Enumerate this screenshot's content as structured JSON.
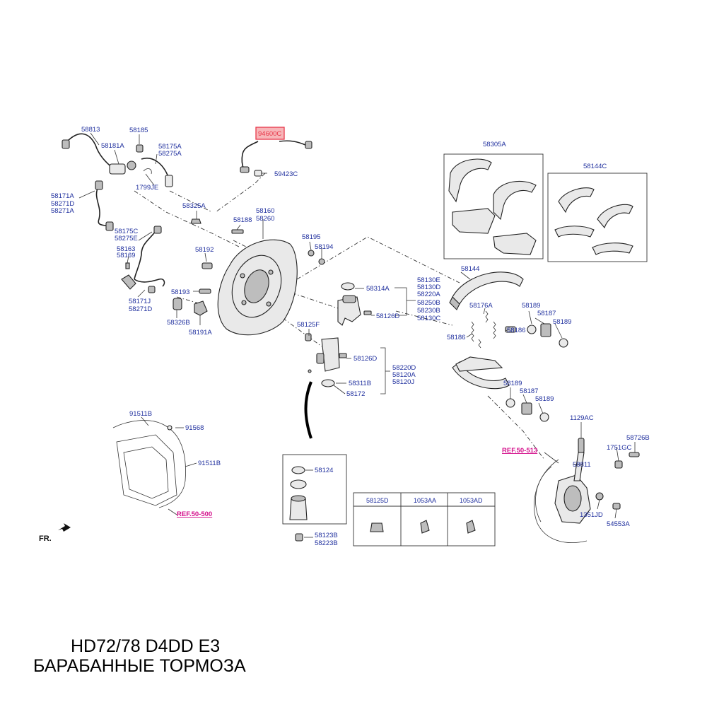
{
  "title_line1": "HD72/78 D4DD E3",
  "title_line2": "БАРАБАННЫЕ ТОРМОЗА",
  "fr_label": "FR.",
  "highlighted_part": "94600C",
  "colors": {
    "label": "#1f2f9e",
    "ref": "#d4118c",
    "highlight": "#e8394b"
  },
  "labels": [
    {
      "id": "p58813",
      "text": "58813"
    },
    {
      "id": "p58185",
      "text": "58185"
    },
    {
      "id": "p58181A",
      "text": "58181A"
    },
    {
      "id": "p58175A",
      "text": "58175A"
    },
    {
      "id": "p58275A",
      "text": "58275A"
    },
    {
      "id": "p1799JE",
      "text": "1799JE"
    },
    {
      "id": "p58171A",
      "text": "58171A"
    },
    {
      "id": "p58271D",
      "text": "58271D"
    },
    {
      "id": "p58271A",
      "text": "58271A"
    },
    {
      "id": "p94600C",
      "text": "94600C"
    },
    {
      "id": "p59423C",
      "text": "59423C"
    },
    {
      "id": "p58325A",
      "text": "58325A"
    },
    {
      "id": "p58188",
      "text": "58188"
    },
    {
      "id": "p58160",
      "text": "58160"
    },
    {
      "id": "p58260",
      "text": "58260"
    },
    {
      "id": "p58195",
      "text": "58195"
    },
    {
      "id": "p58194",
      "text": "58194"
    },
    {
      "id": "p58175C",
      "text": "58175C"
    },
    {
      "id": "p58275E",
      "text": "58275E"
    },
    {
      "id": "p58163",
      "text": "58163"
    },
    {
      "id": "p58169",
      "text": "58169"
    },
    {
      "id": "p58192",
      "text": "58192"
    },
    {
      "id": "p58193",
      "text": "58193"
    },
    {
      "id": "p58171J",
      "text": "58171J"
    },
    {
      "id": "p58271D_b",
      "text": "58271D"
    },
    {
      "id": "p58326B",
      "text": "58326B"
    },
    {
      "id": "p58191A",
      "text": "58191A"
    },
    {
      "id": "p58305A",
      "text": "58305A"
    },
    {
      "id": "p58144C",
      "text": "58144C"
    },
    {
      "id": "p58144",
      "text": "58144"
    },
    {
      "id": "p58314A",
      "text": "58314A"
    },
    {
      "id": "p58126D",
      "text": "58126D"
    },
    {
      "id": "p58130E",
      "text": "58130E"
    },
    {
      "id": "p58130D",
      "text": "58130D"
    },
    {
      "id": "p58220A",
      "text": "58220A"
    },
    {
      "id": "p58250B",
      "text": "58250B"
    },
    {
      "id": "p58230B",
      "text": "58230B"
    },
    {
      "id": "p58130C",
      "text": "58130C"
    },
    {
      "id": "p58176A",
      "text": "58176A"
    },
    {
      "id": "p58189_a",
      "text": "58189"
    },
    {
      "id": "p58187_a",
      "text": "58187"
    },
    {
      "id": "p58189_b",
      "text": "58189"
    },
    {
      "id": "p58186_a",
      "text": "58186"
    },
    {
      "id": "p58186_b",
      "text": "58186"
    },
    {
      "id": "p58125F",
      "text": "58125F"
    },
    {
      "id": "p58126D_b",
      "text": "58126D"
    },
    {
      "id": "p58220D",
      "text": "58220D"
    },
    {
      "id": "p58120A",
      "text": "58120A"
    },
    {
      "id": "p58120J",
      "text": "58120J"
    },
    {
      "id": "p58311B",
      "text": "58311B"
    },
    {
      "id": "p58172",
      "text": "58172"
    },
    {
      "id": "p58189_c",
      "text": "58189"
    },
    {
      "id": "p58187_b",
      "text": "58187"
    },
    {
      "id": "p58189_d",
      "text": "58189"
    },
    {
      "id": "p91511B_a",
      "text": "91511B"
    },
    {
      "id": "p91568",
      "text": "91568"
    },
    {
      "id": "p91511B_b",
      "text": "91511B"
    },
    {
      "id": "p58124",
      "text": "58124"
    },
    {
      "id": "p58123B",
      "text": "58123B"
    },
    {
      "id": "p58223B",
      "text": "58223B"
    },
    {
      "id": "p1129AC",
      "text": "1129AC"
    },
    {
      "id": "p58726B",
      "text": "58726B"
    },
    {
      "id": "p1751GC",
      "text": "1751GC"
    },
    {
      "id": "p58811",
      "text": "58811"
    },
    {
      "id": "p1351JD",
      "text": "1351JD"
    },
    {
      "id": "p54553A",
      "text": "54553A"
    }
  ],
  "refs": [
    {
      "id": "ref50513",
      "text": "REF.50-513"
    },
    {
      "id": "ref50500",
      "text": "REF.50-500"
    }
  ],
  "table_headers": [
    "58125D",
    "1053AA",
    "1053AD"
  ]
}
